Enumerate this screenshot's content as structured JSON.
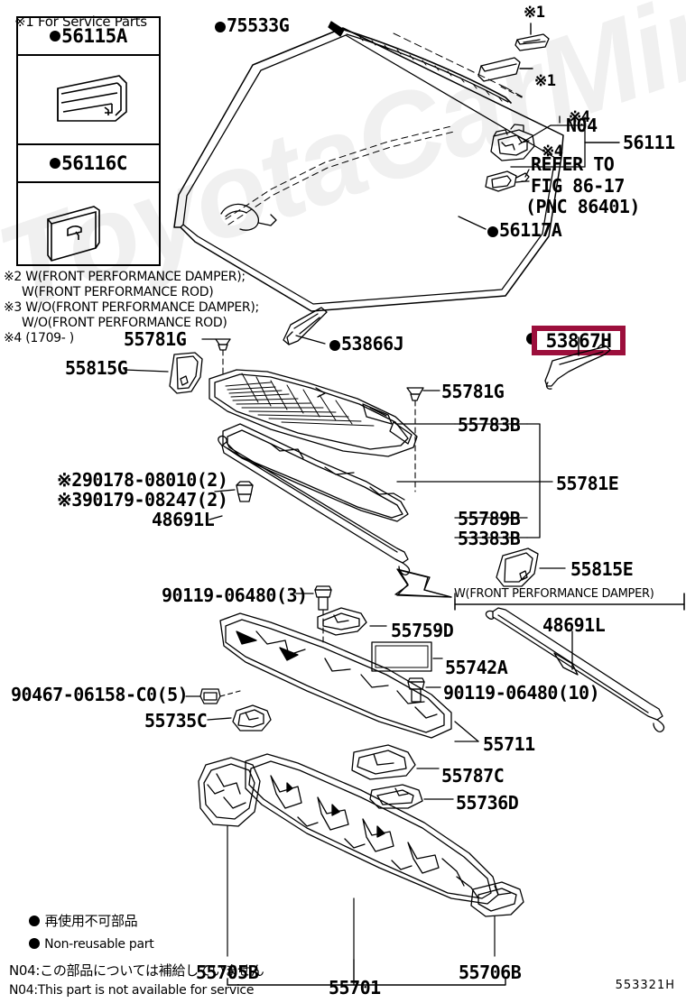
{
  "figure": {
    "number": "553321H",
    "service_parts_note": "※1 For Service Parts"
  },
  "service_parts_box": {
    "items": [
      {
        "code": "56115A",
        "bullet": true
      },
      {
        "code": "56116C",
        "bullet": true
      }
    ]
  },
  "notes": [
    {
      "mark": "※2",
      "line1": "W(FRONT PERFORMANCE DAMPER);",
      "line2": "W(FRONT PERFORMANCE ROD)"
    },
    {
      "mark": "※3",
      "line1": "W/O(FRONT PERFORMANCE DAMPER);",
      "line2": "W/O(FRONT PERFORMANCE ROD)"
    },
    {
      "mark": "※4",
      "line1": "(1709-      )",
      "line2": ""
    }
  ],
  "legend": {
    "jp": "再使用不可部品",
    "en": "Non-reusable part"
  },
  "footer": {
    "jp": "N04:この部品については補給していません",
    "en": "N04:This part is not available for service"
  },
  "refer": {
    "n04": "N04",
    "mark_a": "※4",
    "mark_b": "※4",
    "line1": "REFER TO",
    "line2": "FIG 86-17",
    "line3": "(PNC 86401)"
  },
  "damper_bracket_label": "W(FRONT PERFORMANCE DAMPER)",
  "highlight": {
    "code": "53867H",
    "color": "#9c0f3c"
  },
  "callouts": [
    {
      "id": "c75533G",
      "code": "75533G",
      "bullet": true
    },
    {
      "id": "cmark1a",
      "code": "※1",
      "bullet": false
    },
    {
      "id": "cmark1b",
      "code": "※1",
      "bullet": false
    },
    {
      "id": "c56111",
      "code": "56111",
      "bullet": false
    },
    {
      "id": "c56117A",
      "code": "56117A",
      "bullet": true
    },
    {
      "id": "c53866J",
      "code": "53866J",
      "bullet": true
    },
    {
      "id": "c55781G1",
      "code": "55781G",
      "bullet": false
    },
    {
      "id": "c55781G2",
      "code": "55781G",
      "bullet": false
    },
    {
      "id": "c55815G",
      "code": "55815G",
      "bullet": false
    },
    {
      "id": "c55783B",
      "code": "55783B",
      "bullet": false
    },
    {
      "id": "c55781E",
      "code": "55781E",
      "bullet": false
    },
    {
      "id": "c55789B",
      "code": "55789B",
      "bullet": false
    },
    {
      "id": "c53383B",
      "code": "53383B",
      "bullet": false
    },
    {
      "id": "c90178",
      "code": "90178-08010(2)",
      "mark": "※2",
      "bullet": false
    },
    {
      "id": "c90179",
      "code": "90179-08247(2)",
      "mark": "※3",
      "bullet": false
    },
    {
      "id": "c48691L1",
      "code": "48691L",
      "bullet": false
    },
    {
      "id": "c48691L2",
      "code": "48691L",
      "bullet": false
    },
    {
      "id": "c55815E",
      "code": "55815E",
      "bullet": false
    },
    {
      "id": "c90119a",
      "code": "90119-06480(3)",
      "bullet": false
    },
    {
      "id": "c55759D",
      "code": "55759D",
      "bullet": false
    },
    {
      "id": "c55742A",
      "code": "55742A",
      "bullet": false
    },
    {
      "id": "c90119b",
      "code": "90119-06480(10)",
      "bullet": false
    },
    {
      "id": "c90467",
      "code": "90467-06158-C0(5)",
      "bullet": false
    },
    {
      "id": "c55735C",
      "code": "55735C",
      "bullet": false
    },
    {
      "id": "c55711",
      "code": "55711",
      "bullet": false
    },
    {
      "id": "c55787C",
      "code": "55787C",
      "bullet": false
    },
    {
      "id": "c55736D",
      "code": "55736D",
      "bullet": false
    },
    {
      "id": "c55705B",
      "code": "55705B",
      "bullet": false
    },
    {
      "id": "c55706B",
      "code": "55706B",
      "bullet": false
    },
    {
      "id": "c55701",
      "code": "55701",
      "bullet": false
    }
  ],
  "watermark": "ToyotaCarMiner.ru"
}
